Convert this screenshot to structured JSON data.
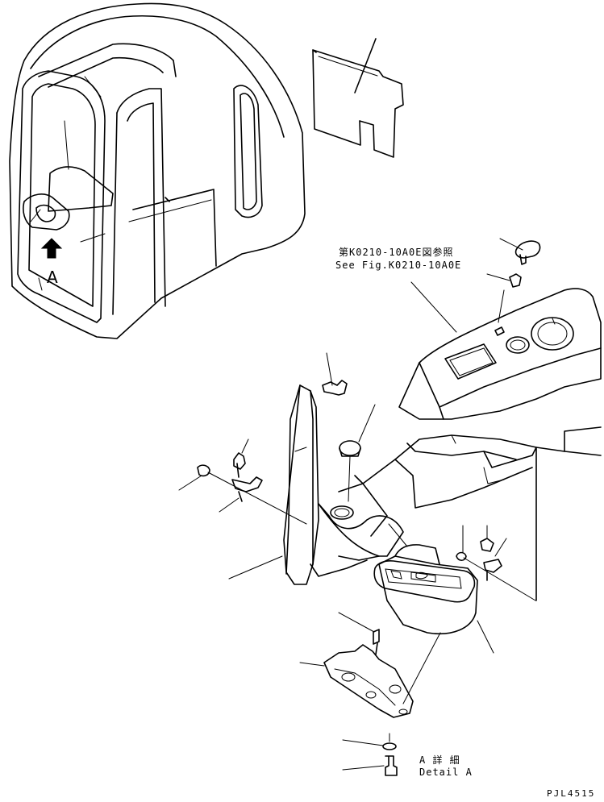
{
  "references": {
    "fig_ref_jp": "第K0210-10A0E図参照",
    "fig_ref_en": "See Fig.K0210-10A0E"
  },
  "view": {
    "marker_letter": "A"
  },
  "detail": {
    "title_jp": "A 詳 細",
    "title_en": "Detail A"
  },
  "drawing": {
    "code": "PJL4515"
  }
}
